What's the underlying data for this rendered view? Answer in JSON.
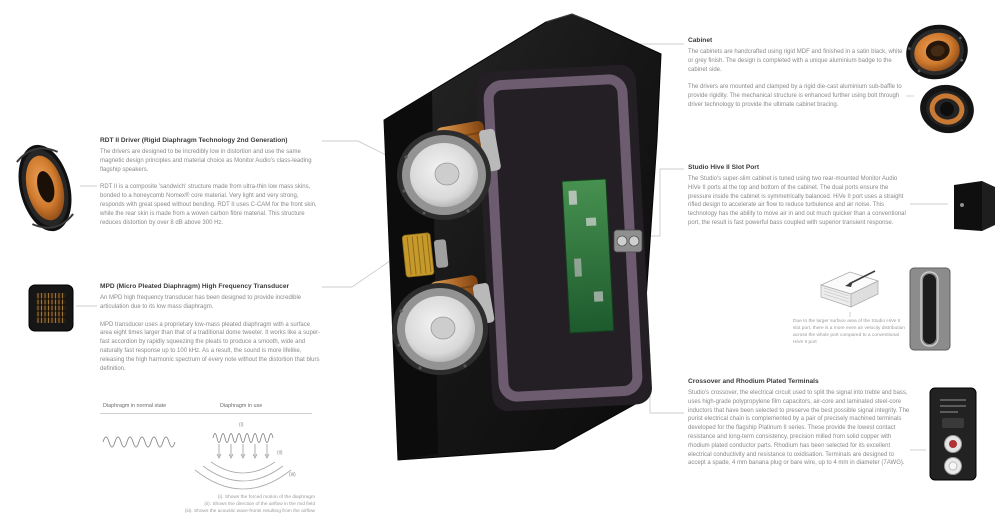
{
  "left": {
    "rdt": {
      "heading": "RDT II Driver (Rigid Diaphragm Technology 2nd Generation)",
      "para1": "The drivers are designed to be incredibly low in distortion and use the same magnetic design principles and material choice as Monitor Audio's class-leading flagship speakers.",
      "para2": "RDT II is a composite 'sandwich' structure made from ultra-thin low mass skins, bonded to a honeycomb Nomex® core material. Very light and very strong, responds with great speed without bending. RDT II uses C-CAM for the front skin, while the rear skin is made from a woven carbon fibre material. This structure reduces distortion by over 8 dB above 300 Hz."
    },
    "mpd": {
      "heading": "MPD (Micro Pleated Diaphragm) High Frequency Transducer",
      "para1": "An MPD high frequency transducer has been designed to provide incredible articulation due to its low mass diaphragm.",
      "para2": "MPD transducer uses a proprietary low-mass pleated diaphragm with a surface area eight times larger than that of a traditional dome tweeter. It works like a super-fast accordion by rapidly squeezing the pleats to produce a smooth, wide and naturally fast response up to 100 kHz. As a result, the sound is more lifelike, releasing the high harmonic spectrum of every note without the distortion that blurs definition."
    },
    "diagram": {
      "label_normal": "Diaphragm in normal state",
      "label_use": "Diaphragm in use",
      "markers": [
        "(i)",
        "(ii)",
        "(iii)"
      ],
      "captions": [
        "(i). Shows the forced motion of the diaphragm",
        "(ii). Shows the direction of the airflow in the mid field",
        "(iii). Shows the acoustic wave-fronts resulting from the airflow"
      ]
    }
  },
  "right": {
    "cabinet": {
      "heading": "Cabinet",
      "para1": "The cabinets are handcrafted using rigid MDF and finished in a satin black, white or grey finish. The design is completed with a unique aluminium badge to the cabinet side.",
      "para2": "The drivers are mounted and clamped by a rigid die-cast aluminium sub-baffle to provide rigidity. The mechanical structure is enhanced further using bolt through driver technology to provide the ultimate cabinet bracing."
    },
    "port": {
      "heading": "Studio Hive II Slot Port",
      "para1": "The Studio's super-slim cabinet is tuned using two rear-mounted Monitor Audio HiVe II ports at the top and bottom of the cabinet. The dual ports ensure the pressure inside the cabinet is symmetrically balanced. HiVe II port uses a straight rifled design to accelerate air flow to reduce turbulence and air noise. This technology has the ability to move air in and out much quicker than a conventional port, the result is fast powerful bass coupled with superior transient response.",
      "caption": "Due to the larger surface area of the Studio HiVe II slot port, there is a more even air velocity distribution across the whole port compared to a conventional HiVe II port"
    },
    "crossover": {
      "heading": "Crossover and Rhodium Plated Terminals",
      "para1": "Studio's crossover, the electrical circuit used to split the signal into treble and bass, uses high-grade polypropylene film capacitors, air-core and laminated steel-core inductors that have been selected to preserve the best possible signal integrity. The purist electrical chain is complemented by a pair of precisely machined terminals developed for the flagship Platinum II series. These provide the lowest contact resistance and long-term consistency, precision milled from solid copper with rhodium plated conductor parts. Rhodium has been selected for its excellent electrical conductivity and resistance to oxidisation. Terminals are designed to accept a spade, 4 mm banana plug or bare wire, up to 4 mm in diameter (7AWG)."
    }
  },
  "colors": {
    "cabinet_black": "#161616",
    "driver_copper": "#c98840",
    "pcb_green": "#357a3f",
    "brace_purple": "#6d5b70",
    "mpd_yellow": "#c6992b",
    "cone_orange": "#cf7a2e",
    "body_text_gray": "#8a8a8a",
    "heading_gray": "#3c3c3c"
  }
}
